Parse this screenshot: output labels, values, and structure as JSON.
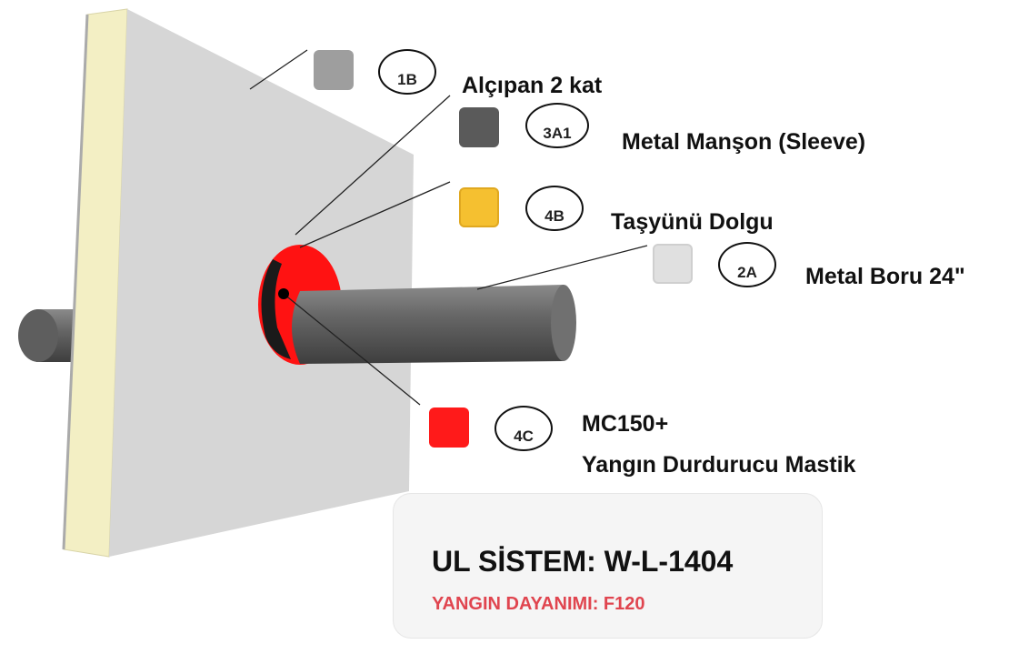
{
  "components": [
    {
      "code": "1B",
      "label": "Alçıpan 2 kat",
      "color": "#9e9e9e"
    },
    {
      "code": "3A1",
      "label": "Metal Manşon (Sleeve)",
      "color": "#5a5a5a"
    },
    {
      "code": "4B",
      "label": "Taşyünü Dolgu",
      "color": "#f5c030"
    },
    {
      "code": "2A",
      "label": "Metal Boru 24\"",
      "color": "#e0e0e0"
    },
    {
      "code": "4C",
      "label": "MC150+",
      "label2": "Yangın Durdurucu Mastik",
      "color": "#ff1a1a"
    }
  ],
  "card": {
    "title": "UL SİSTEM: W-L-1404",
    "subtitle": "YANGIN DAYANIMI: F120"
  }
}
